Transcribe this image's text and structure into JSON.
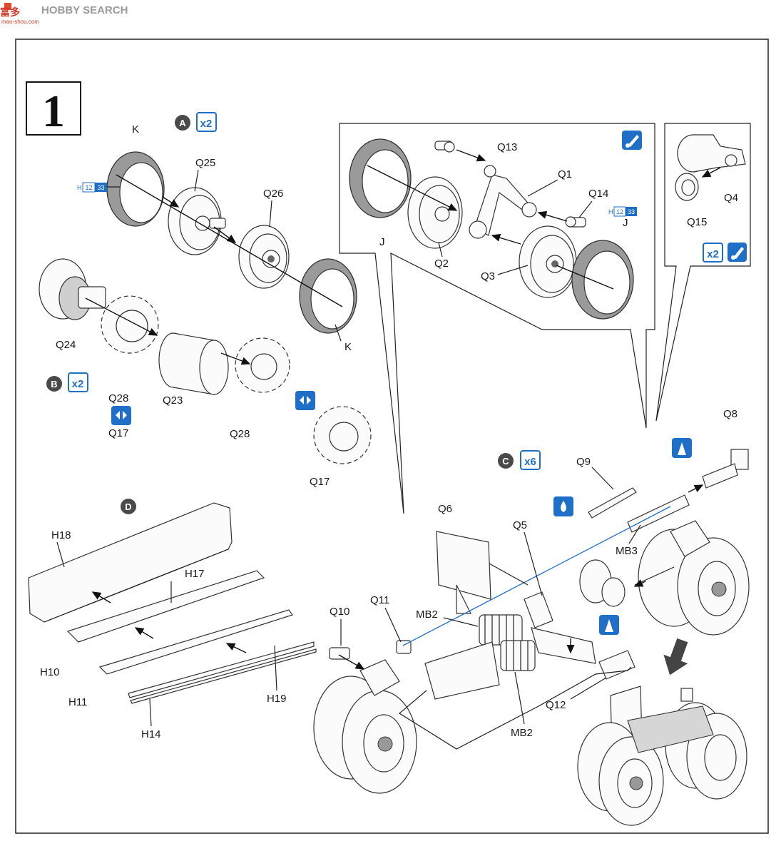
{
  "watermark": {
    "brand": "HOBBY SEARCH",
    "glyphs": "富多",
    "site": "mao-shou.com"
  },
  "step": {
    "number": "1"
  },
  "subassemblies": {
    "A": {
      "letter": "A",
      "mult": "x2"
    },
    "B": {
      "letter": "B",
      "mult": "x2"
    },
    "C": {
      "letter": "C",
      "mult": "x6"
    },
    "D": {
      "letter": "D"
    }
  },
  "callout_right": {
    "mult": "x2"
  },
  "color_refs": {
    "k_tire": {
      "prefix": "H",
      "a": "12",
      "b": "33"
    },
    "j_tire": {
      "prefix": "H",
      "a": "12",
      "b": "33"
    }
  },
  "parts": {
    "K_top": "K",
    "Q25": "Q25",
    "Q26": "Q26",
    "K_bottom": "K",
    "Q24": "Q24",
    "Q28_a": "Q28",
    "Q23": "Q23",
    "Q28_b": "Q28",
    "Q17_a": "Q17",
    "Q17_b": "Q17",
    "Q13": "Q13",
    "Q1": "Q1",
    "Q14": "Q14",
    "J_left": "J",
    "J_right": "J",
    "Q2": "Q2",
    "Q3": "Q3",
    "Q4": "Q4",
    "Q15": "Q15",
    "Q8": "Q8",
    "Q9": "Q9",
    "Q6": "Q6",
    "Q5": "Q5",
    "MB3": "MB3",
    "Q11": "Q11",
    "Q10": "Q10",
    "MB2_a": "MB2",
    "MB2_b": "MB2",
    "Q12": "Q12",
    "H18": "H18",
    "H17": "H17",
    "H10": "H10",
    "H11": "H11",
    "H19": "H19",
    "H14": "H14"
  }
}
